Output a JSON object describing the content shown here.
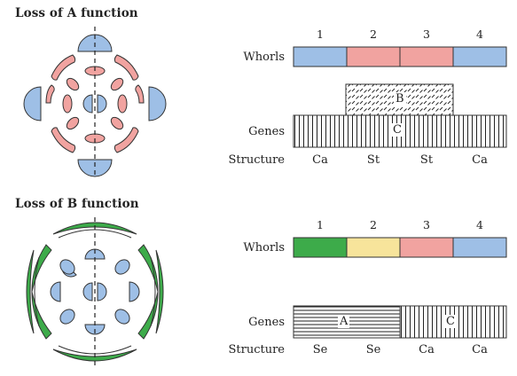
{
  "panel_a": {
    "title": "Loss of A function",
    "whorls_label": "Whorls",
    "genes_label": "Genes",
    "structure_label": "Structure",
    "whorl_numbers": [
      "1",
      "2",
      "3",
      "4"
    ],
    "whorl_colors": [
      "#9ebfe6",
      "#f1a3a0",
      "#f1a3a0",
      "#9ebfe6"
    ],
    "gene_b": "B",
    "gene_c": "C",
    "structures": [
      "Ca",
      "St",
      "St",
      "Ca"
    ]
  },
  "panel_b": {
    "title": "Loss of B function",
    "whorls_label": "Whorls",
    "genes_label": "Genes",
    "structure_label": "Structure",
    "whorl_numbers": [
      "1",
      "2",
      "3",
      "4"
    ],
    "whorl_colors": [
      "#3dab4a",
      "#f7e49b",
      "#f1a3a0",
      "#9ebfe6"
    ],
    "gene_a": "A",
    "gene_c": "C",
    "structures": [
      "Se",
      "Se",
      "Ca",
      "Ca"
    ]
  },
  "colors": {
    "carpel_blue": "#9ebfe6",
    "stamen_pink": "#f1a3a0",
    "sepal_green": "#3dab4a",
    "petal_yellow": "#f7e49b"
  }
}
